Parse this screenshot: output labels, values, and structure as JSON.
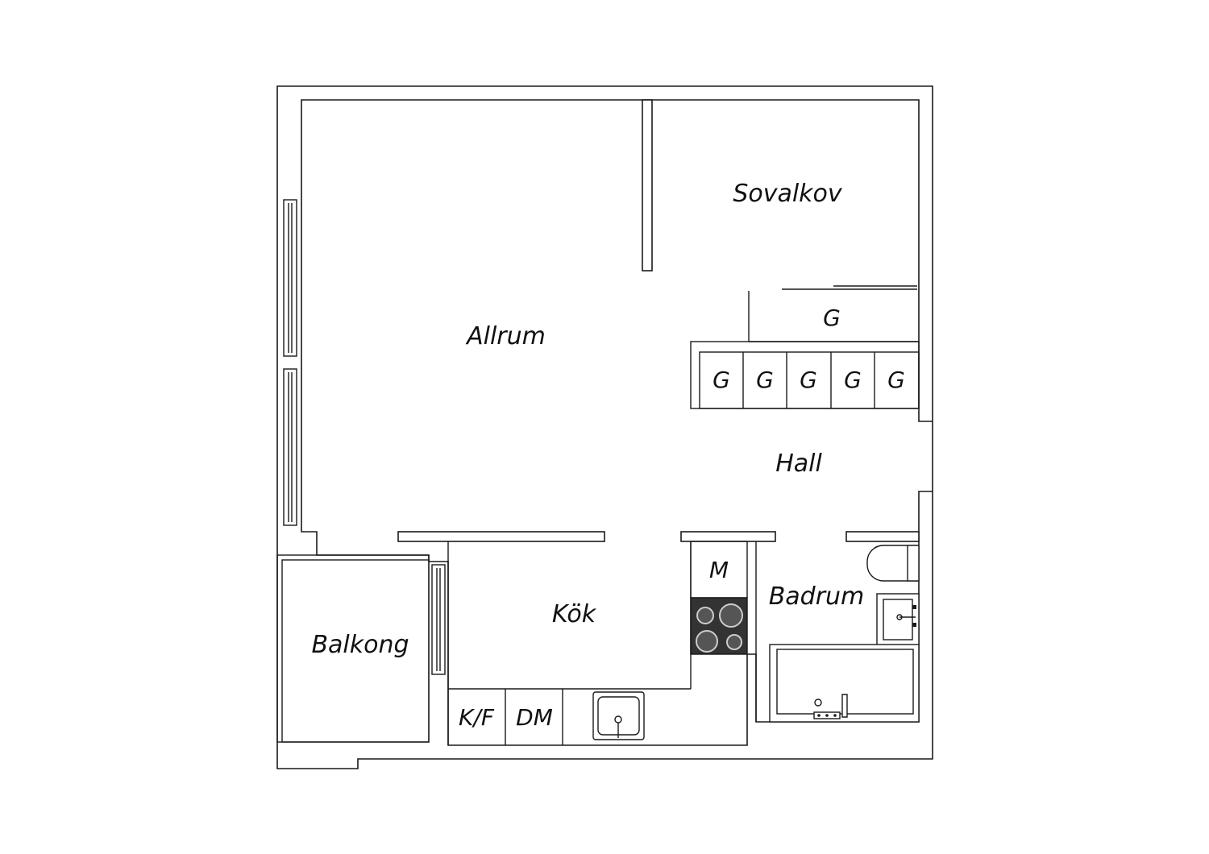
{
  "floorplan": {
    "rooms": {
      "allrum": "Allrum",
      "sovalkov": "Sovalkov",
      "hall": "Hall",
      "kok": "Kök",
      "badrum": "Badrum",
      "balkong": "Balkong"
    },
    "fixtures": {
      "garderob": "G",
      "microwave": "M",
      "fridge_freezer": "K/F",
      "dishwasher": "DM"
    },
    "colors": {
      "line": "#1a1a1a",
      "stove_fill": "#333333",
      "background": "#ffffff"
    }
  }
}
